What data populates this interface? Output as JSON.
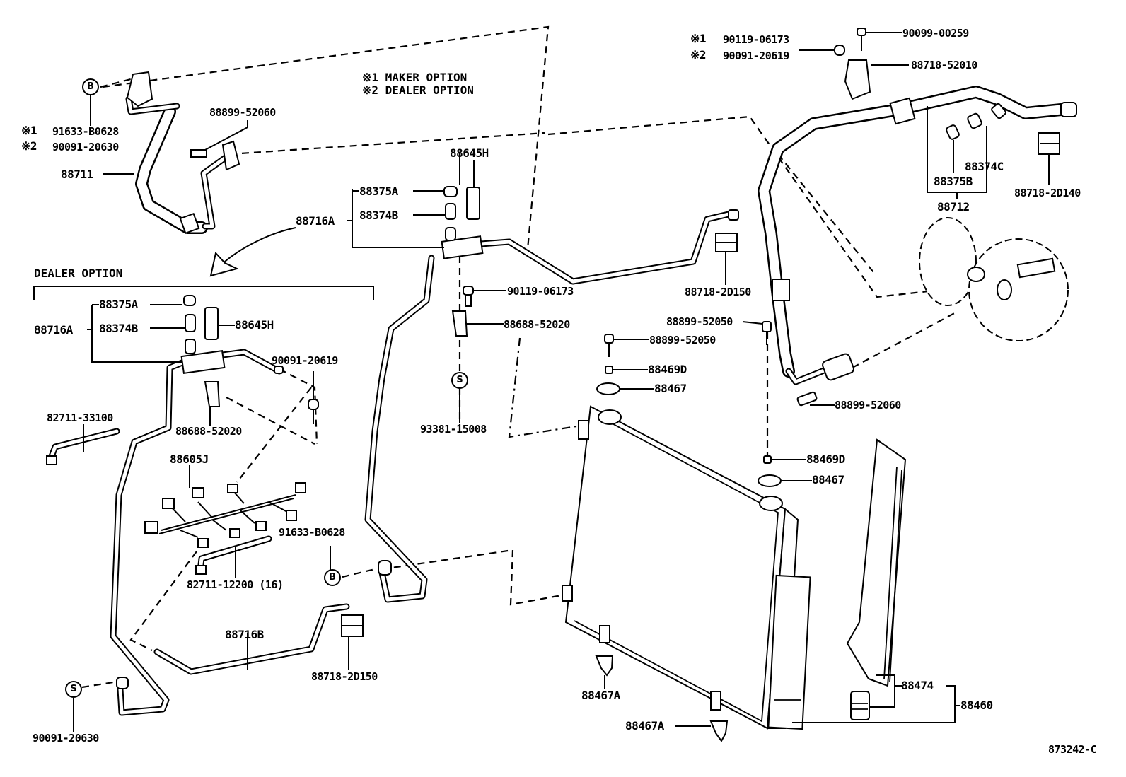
{
  "diagram": {
    "title": "Air Conditioner Condenser & Piping Parts Diagram",
    "figure_id": "873242-C",
    "legend": {
      "note1": "※1 MAKER OPTION",
      "note2": "※2 DEALER OPTION"
    },
    "dealer_option_heading": "DEALER OPTION",
    "symbols": {
      "bolt_b": "B",
      "bolt_s": "S",
      "mark1": "※1",
      "mark2": "※2"
    },
    "labels": {
      "top_left_b_m1": "91633-B0628",
      "top_left_b_m2": "90091-20630",
      "hose_88711": "88711",
      "bolt_88899_52060_top": "88899-52060",
      "pipe_88716A_main": "88716A",
      "cap_88375A_main": "88375A",
      "valve_88374B_main": "88374B",
      "switch_88645H_main": "88645H",
      "bolt_90119_06173_main": "90119-06173",
      "bracket_88688_52020_main": "88688-52020",
      "bolt_s_93381": "93381-15008",
      "clamp_88718_2D150_mid": "88718-2D150",
      "right_m1": "90119-06173",
      "right_m2": "90091-20619",
      "screw_90099_00259": "90099-00259",
      "clamp_88718_52010": "88718-52010",
      "hose_88712": "88712",
      "cap_88375B": "88375B",
      "valve_88374C": "88374C",
      "clamp_88718_2D140": "88718-2D140",
      "bolt_88899_52050_a": "88899-52050",
      "bolt_88899_52050_b": "88899-52050",
      "bolt_88899_52060_right": "88899-52060",
      "pin_88469D_a": "88469D",
      "cushion_88467_a": "88467",
      "pin_88469D_b": "88469D",
      "cushion_88467_b": "88467",
      "cushion_88467A_a": "88467A",
      "cushion_88467A_b": "88467A",
      "dryer_88474": "88474",
      "condenser_88460": "88460",
      "dealer_88716A": "88716A",
      "dealer_88375A": "88375A",
      "dealer_88374B": "88374B",
      "dealer_88645H": "88645H",
      "dealer_90091_20619": "90091-20619",
      "dealer_88688_52020": "88688-52020",
      "dealer_82711_33100": "82711-33100",
      "dealer_88605J": "88605J",
      "dealer_82711_12200": "82711-12200 (16)",
      "dealer_91633_B0628": "91633-B0628",
      "dealer_88716B": "88716B",
      "dealer_88718_2D150": "88718-2D150",
      "dealer_90091_20630": "90091-20630"
    }
  }
}
